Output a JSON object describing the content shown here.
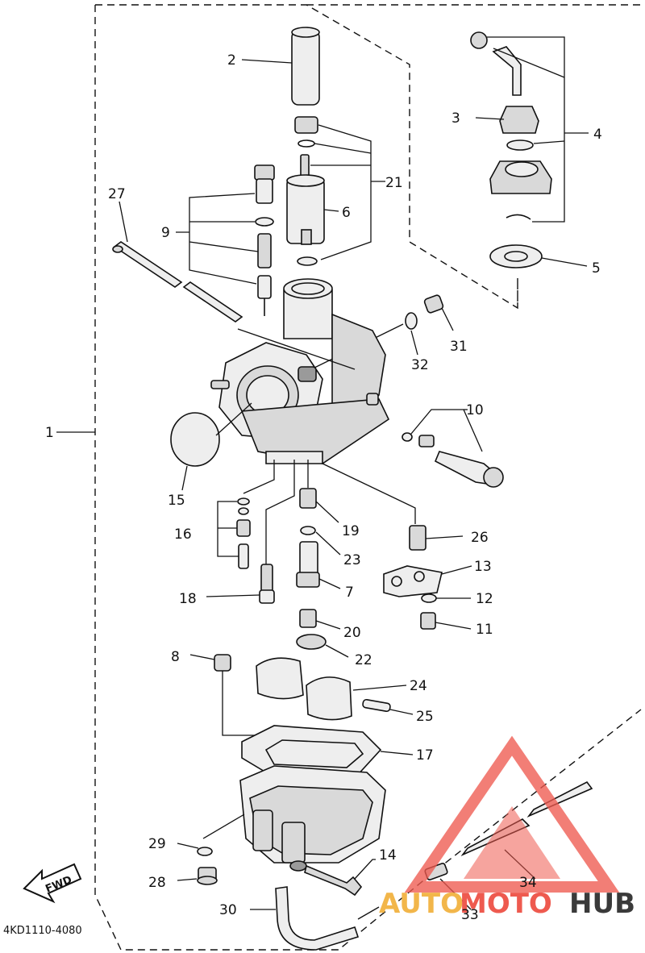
{
  "diagram": {
    "reference_code": "4KD1110-4080",
    "fwd_label": "FWD",
    "callouts": {
      "c1": "1",
      "c2": "2",
      "c3": "3",
      "c4": "4",
      "c5": "5",
      "c6": "6",
      "c7": "7",
      "c8": "8",
      "c9": "9",
      "c10": "10",
      "c11": "11",
      "c12": "12",
      "c13": "13",
      "c14": "14",
      "c15": "15",
      "c16": "16",
      "c17": "17",
      "c18": "18",
      "c19": "19",
      "c20": "20",
      "c21": "21",
      "c22": "22",
      "c23": "23",
      "c24": "24",
      "c25": "25",
      "c26": "26",
      "c27": "27",
      "c28": "28",
      "c29": "29",
      "c30": "30",
      "c31": "31",
      "c32": "32",
      "c33": "33",
      "c34": "34"
    }
  },
  "watermark": {
    "part_auto": "AUTO",
    "part_moto": "MOTO",
    "part_hub": "HUB",
    "colors": {
      "auto": "#f2b64a",
      "moto": "#ee5a4f",
      "hub": "#3a3a3a",
      "logo": "#ee5a4f"
    }
  }
}
